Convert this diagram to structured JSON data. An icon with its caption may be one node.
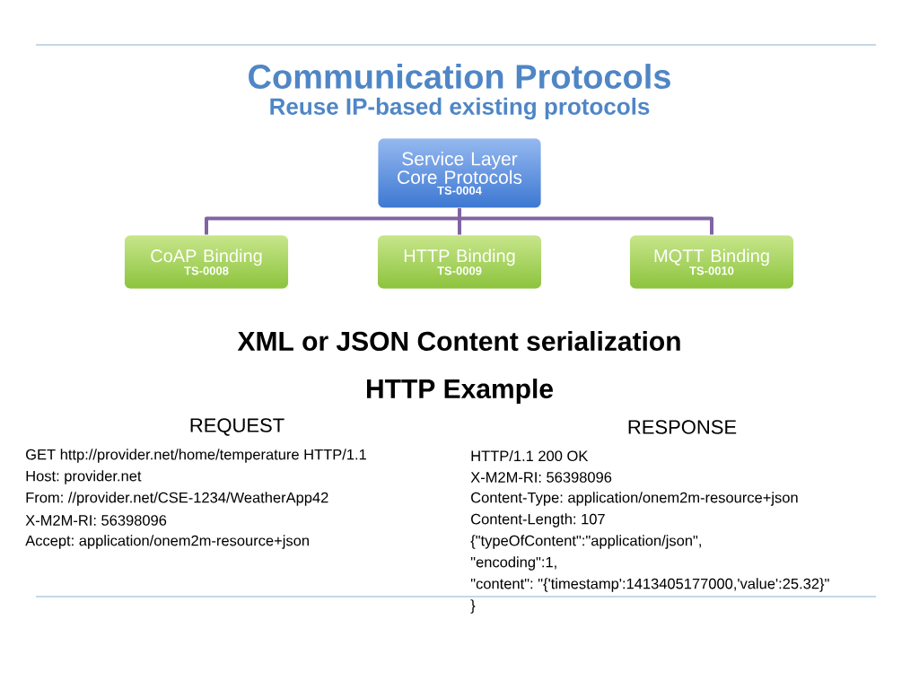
{
  "diagram": {
    "title": "Communication Protocols",
    "nodes": [
      {
        "text": [
          "Service Layer Core Protocols",
          "TS-0004"
        ]
      },
      {
        "text": [
          "CoAP Binding",
          "TS-0008"
        ]
      },
      {
        "text": [
          "HTTP Binding",
          "TS-0009"
        ]
      },
      {
        "text": [
          "MQTT Binding",
          "TS-0010"
        ]
      }
    ],
    "edges": [
      {
        "from": 0,
        "to": 1,
        "arrow": "none"
      },
      {
        "from": 0,
        "to": 2,
        "arrow": "none"
      },
      {
        "from": 0,
        "to": 3,
        "arrow": "none"
      }
    ],
    "labels": [
      "Reuse IP-based existing protocols",
      "XML or JSON Content serialization",
      "HTTP Example",
      "REQUEST",
      "RESPONSE",
      "GET http://provider.net/home/temperature HTTP/1.1",
      "Host: provider.net",
      "From: //provider.net/CSE-1234/WeatherApp42",
      "X-M2M-RI: 56398096",
      "Accept: application/onem2m-resource+json",
      "HTTP/1.1 200 OK",
      "X-M2M-RI: 56398096",
      "Content-Type: application/onem2m-resource+json",
      "Content-Length: 107",
      "{\"typeOfContent\":\"application/json\",",
      "\"encoding\":1,",
      "\"content\": \"{'timestamp':1413405177000,'value':25.32}\"",
      "}"
    ]
  }
}
